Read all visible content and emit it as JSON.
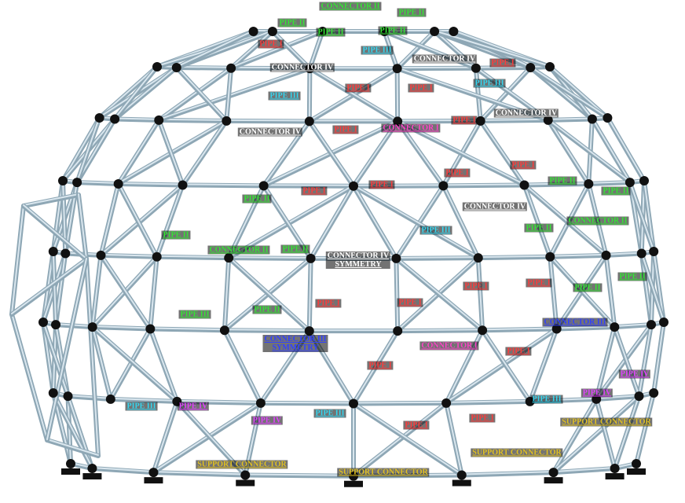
{
  "colors": {
    "pipe_i": "#ff3a3a",
    "pipe_ii": "#33e633",
    "pipe_iii": "#33d6f0",
    "pipe_iv": "#e040ff",
    "connector_i": "#ff40c8",
    "connector_ii": "#33e633",
    "connector_iii": "#3040ff",
    "connector_iv": "#ffffff",
    "support_connector": "#e0c020",
    "strut": "#8ea7b5",
    "joint": "#111111"
  },
  "labels": {
    "connector_ii_top": "CONNECTOR II",
    "pipe_ii_a": "PIPE II",
    "pipe_ii_b": "PIPE II",
    "pipe_ii_c": "PIPE II",
    "pipe_ii_d": "PIPE II",
    "pipe_i_a": "PIPE I",
    "pipe_iii_a": "PIPE III",
    "connector_iv_a": "CONNECTOR IV",
    "connector_iv_b": "CONNECTOR IV",
    "pipe_i_b": "PIPE I",
    "pipe_iii_b": "PIPE III",
    "pipe_i_c": "PIPE I",
    "pipe_iii_c": "PIPE III",
    "pipe_i_d": "PIPE I",
    "connector_iv_c": "CONNECTOR IV",
    "connector_i_a": "CONNECTOR I",
    "pipe_i_e": "PIPE I",
    "connector_iv_d": "CONNECTOR IV",
    "pipe_i_f": "PIPE I",
    "pipe_i_g": "PIPE I",
    "pipe_ii_e": "PIPE II",
    "pipe_iii_d": "PIPE III",
    "pipe_ii_f": "PIPE II",
    "pipe_i_h": "PIPE I",
    "pipe_i_i": "PIPE I",
    "connector_iv_e": "CONNECTOR IV",
    "connector_ii_a": "CONNECTOR II",
    "pipe_ii_g": "PIPE II",
    "pipe_iii_e": "PIPE III",
    "pipe_ii_h": "PIPE II",
    "connector_ii_b": "CONNECTOR II",
    "pipe_ii_i": "PIPE II",
    "connector_iv_sym_1": "CONNECTOR IV",
    "connector_iv_sym_2": "SYMMETRY",
    "pipe_ii_j": "PIPE II",
    "pipe_i_j": "PIPE I",
    "pipe_i_k": "PIPE I",
    "pipe_ii_k": "PIPE II",
    "pipe_ii_l": "PIPE II",
    "pipe_ii_m": "PIPE II",
    "pipe_i_l": "PIPE I",
    "pipe_i_m": "PIPE I",
    "connector_iii_a": "CONNECTOR III",
    "connector_iii_sym_1": "CONNECTOR III",
    "connector_iii_sym_2": "SYMMETRY",
    "connector_i_b": "CONNECTOR I",
    "pipe_i_n": "PIPE I",
    "pipe_i_o": "PIPE I",
    "pipe_iv_a": "PIPE IV",
    "pipe_iv_b": "PIPE IV",
    "pipe_iii_f": "PIPE III",
    "pipe_iv_c": "PIPE IV",
    "pipe_iii_g": "PIPE III",
    "pipe_iv_d": "PIPE IV",
    "pipe_iii_h": "PIPE III",
    "pipe_i_p": "PIPE I",
    "pipe_i_q": "PIPE I",
    "support_connector_a": "SUPPORT CONNECTOR",
    "support_connector_b": "SUPPORT CONNECTOR",
    "support_connector_c": "SUPPORT CONNECTOR",
    "support_connector_d": "SUPPORT CONNECTOR"
  }
}
